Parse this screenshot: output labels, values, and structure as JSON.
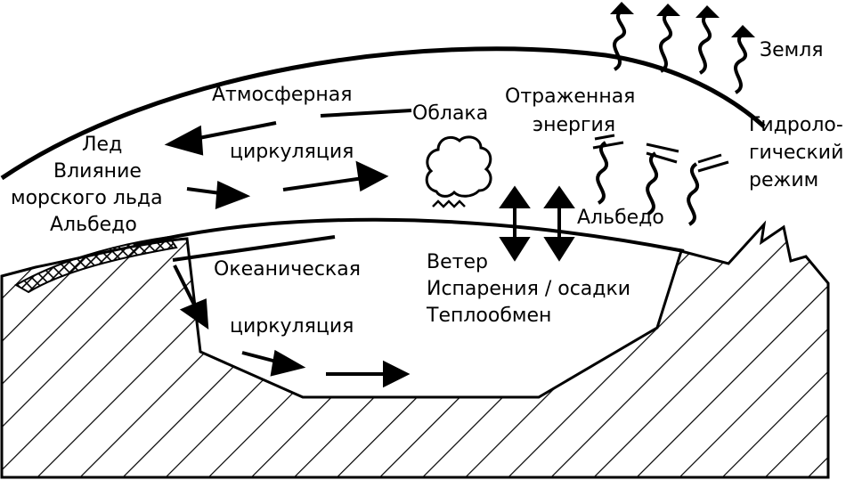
{
  "labels": {
    "earth": "Земля",
    "hydro_line1": "Гидроло-",
    "hydro_line2": "гический",
    "hydro_line3": "режим",
    "atmos": "Атмосферная",
    "atmos_circ": "циркуляция",
    "clouds": "Облака",
    "reflected_line1": "Отраженная",
    "reflected_line2": "энергия",
    "ice": "Лед",
    "sea_ice_line1": "Влияние",
    "sea_ice_line2": "морского льда",
    "albedo_left": "Альбедо",
    "albedo_right": "Альбедо",
    "ocean": "Океаническая",
    "ocean_circ": "циркуляция",
    "wind": "Ветер",
    "evap": "Испарения / осадки",
    "heat": "Теплообмен"
  },
  "colors": {
    "ink": "#000000",
    "paper": "#ffffff"
  }
}
